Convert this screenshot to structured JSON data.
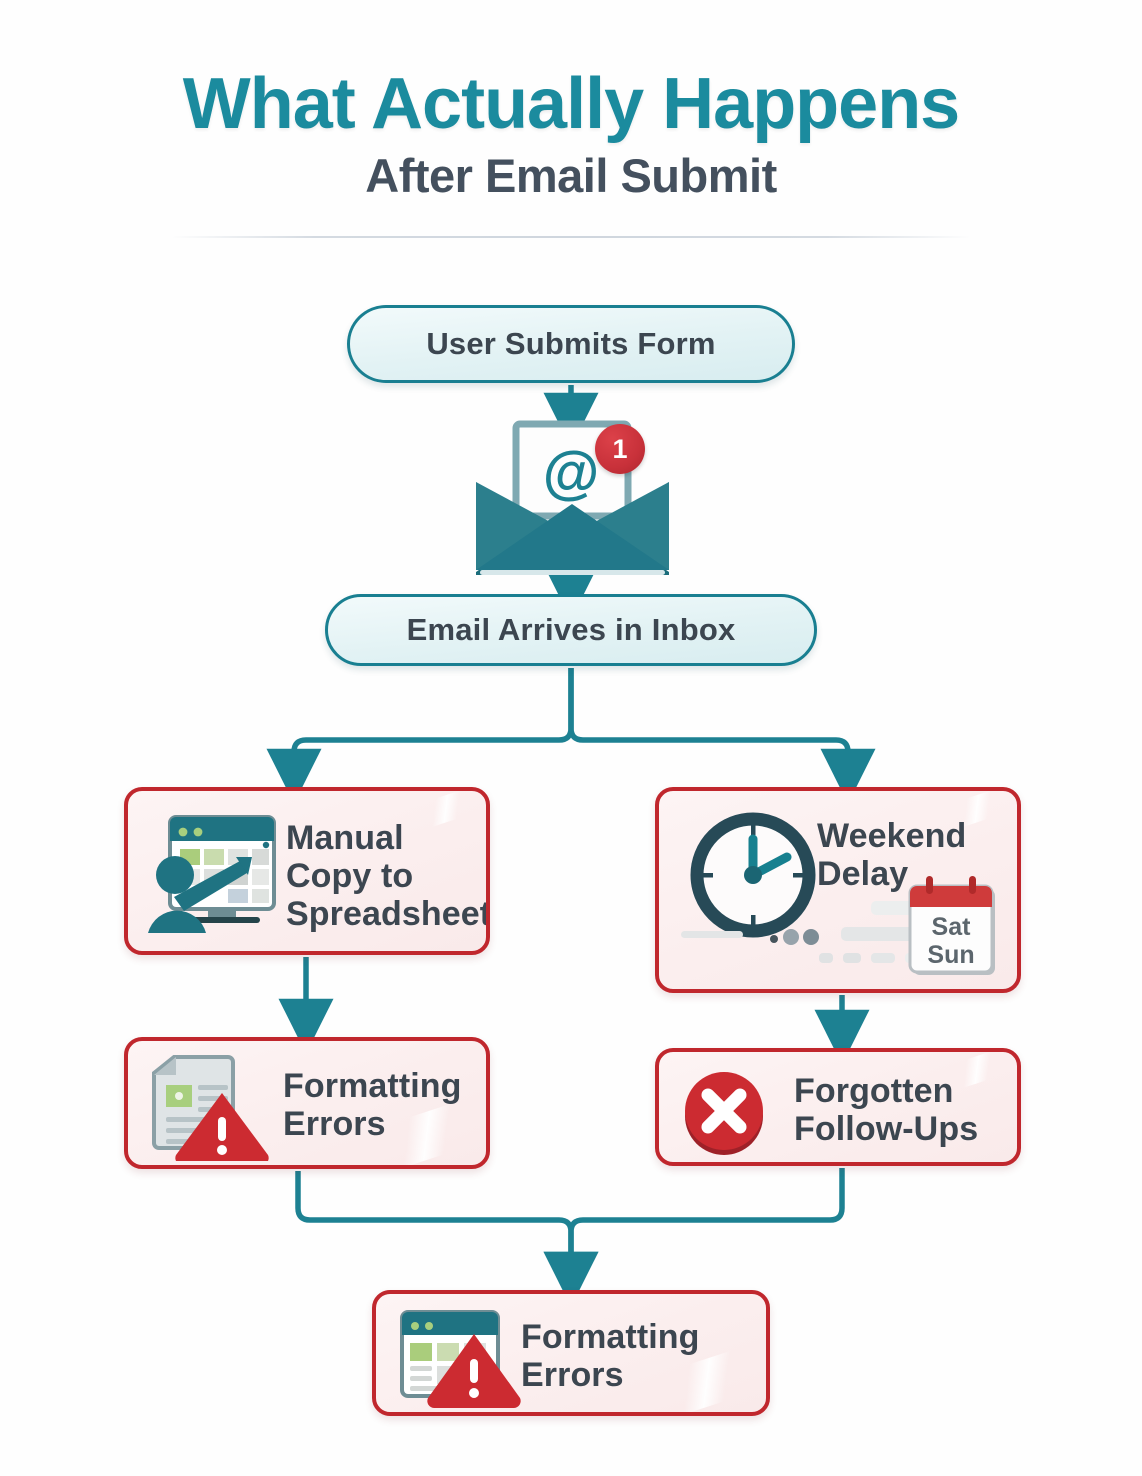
{
  "page": {
    "background": "#ffffff",
    "accent_teal": "#197f91",
    "accent_title_teal": "#1b8b9e",
    "accent_red": "#c0272d",
    "text_dark": "#3c4650",
    "card_fill": "#fdf4f4",
    "pill_fill": "#e2f2f4"
  },
  "header": {
    "title_main": "What Actually Happens",
    "title_sub": "After Email Submit"
  },
  "flow": {
    "nodes": [
      {
        "id": "submit",
        "label": "User Submits Form",
        "kind": "pill",
        "icon": null
      },
      {
        "id": "mail",
        "label": "",
        "kind": "illustration",
        "icon": "email-envelope-icon",
        "badge": "1"
      },
      {
        "id": "inbox",
        "label": "Email Arrives in Inbox",
        "kind": "pill",
        "icon": null
      },
      {
        "id": "manual",
        "label": "Manual\nCopy to\nSpreadsheet",
        "kind": "problem-card",
        "icon": "spreadsheet-person-icon"
      },
      {
        "id": "weekend",
        "label": "Weekend\nDelay",
        "kind": "problem-card",
        "icon": "clock-icon",
        "extra_icon": "weekend-calendar-icon"
      },
      {
        "id": "format1",
        "label": "Formatting\nErrors",
        "kind": "problem-card",
        "icon": "document-warning-icon"
      },
      {
        "id": "forgot",
        "label": "Forgotten\nFollow-Ups",
        "kind": "problem-card",
        "icon": "error-circle-x-icon"
      },
      {
        "id": "format2",
        "label": "Formatting\nErrors",
        "kind": "problem-card",
        "icon": "spreadsheet-warning-icon"
      }
    ],
    "edges": [
      {
        "from": "submit",
        "to": "mail"
      },
      {
        "from": "mail",
        "to": "inbox"
      },
      {
        "from": "inbox",
        "to": "manual"
      },
      {
        "from": "inbox",
        "to": "weekend"
      },
      {
        "from": "manual",
        "to": "format1"
      },
      {
        "from": "weekend",
        "to": "forgot"
      },
      {
        "from": "format1",
        "to": "format2"
      },
      {
        "from": "forgot",
        "to": "format2"
      }
    ]
  },
  "labels": {
    "submit": "User Submits Form",
    "inbox": "Email Arrives in Inbox",
    "manual_l1": "Manual",
    "manual_l2": "Copy to",
    "manual_l3": "Spreadsheet",
    "weekend_l1": "Weekend",
    "weekend_l2": "Delay",
    "format1_l1": "Formatting",
    "format1_l2": "Errors",
    "forgot_l1": "Forgotten",
    "forgot_l2": "Follow-Ups",
    "format2_l1": "Formatting",
    "format2_l2": "Errors"
  },
  "badges": {
    "mail_count": "1"
  },
  "calendar": {
    "day1": "Sat",
    "day2": "Sun"
  },
  "email": {
    "at_symbol": "@"
  }
}
